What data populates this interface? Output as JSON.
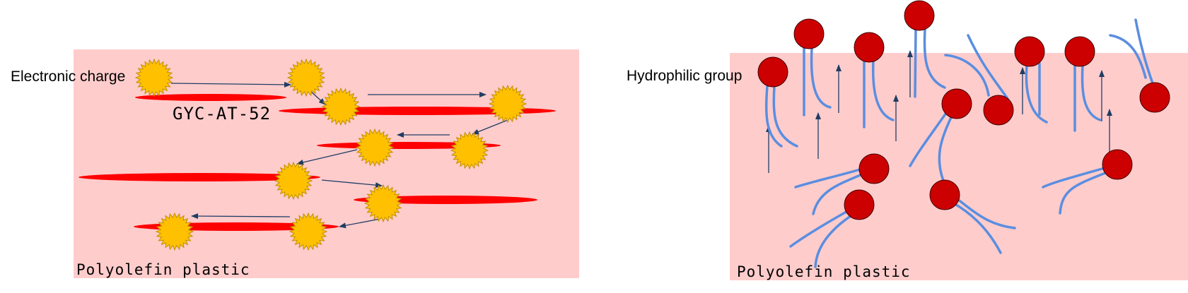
{
  "left_panel": {
    "label_charge": "Electronic charge",
    "label_additive": "GYC-AT-52",
    "label_material": "Polyolefin plastic"
  },
  "right_panel": {
    "label_group": "Hydrophilic group",
    "label_material": "Polyolefin plastic"
  },
  "colors": {
    "background": "#ffcccc",
    "chain": "#ff0000",
    "charge_fill": "#ffc000",
    "charge_edge": "#c09000",
    "arrow": "#1f3d63",
    "head_fill": "#cc0000",
    "tail": "#5a8ee0"
  }
}
